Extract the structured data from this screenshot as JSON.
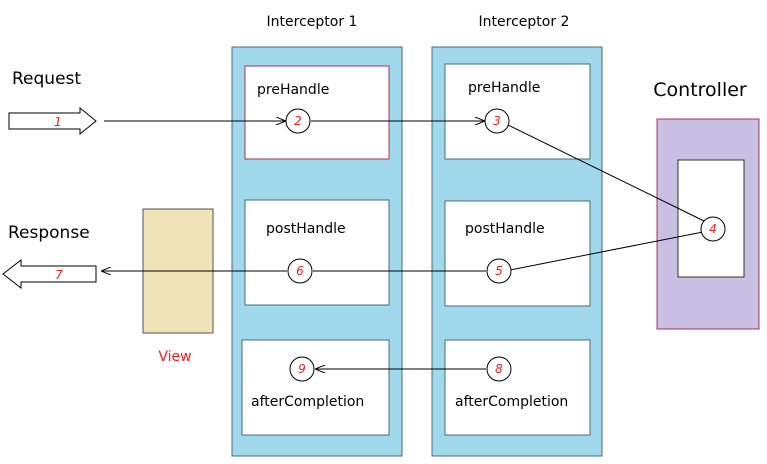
{
  "interceptor1": {
    "title": "Interceptor 1"
  },
  "interceptor2": {
    "title": "Interceptor 2"
  },
  "controller": {
    "title": "Controller"
  },
  "request": {
    "label": "Request",
    "step": "1"
  },
  "response": {
    "label": "Response",
    "step": "7"
  },
  "view": {
    "label": "View"
  },
  "steps": {
    "pre1": {
      "label": "preHandle",
      "step": "2"
    },
    "pre2": {
      "label": "preHandle",
      "step": "3"
    },
    "controller": {
      "step": "4"
    },
    "post2": {
      "label": "postHandle",
      "step": "5"
    },
    "post1": {
      "label": "postHandle",
      "step": "6"
    },
    "after2": {
      "label": "afterCompletion",
      "step": "8"
    },
    "after1": {
      "label": "afterCompletion",
      "step": "9"
    }
  },
  "colors": {
    "interceptor_fill": "#9fd9eb",
    "controller_fill": "#c9bfe3",
    "controller_border": "#a0365c",
    "view_fill": "#efe4b8",
    "step_number": "#e8231f",
    "box_border": "#a0365c"
  }
}
